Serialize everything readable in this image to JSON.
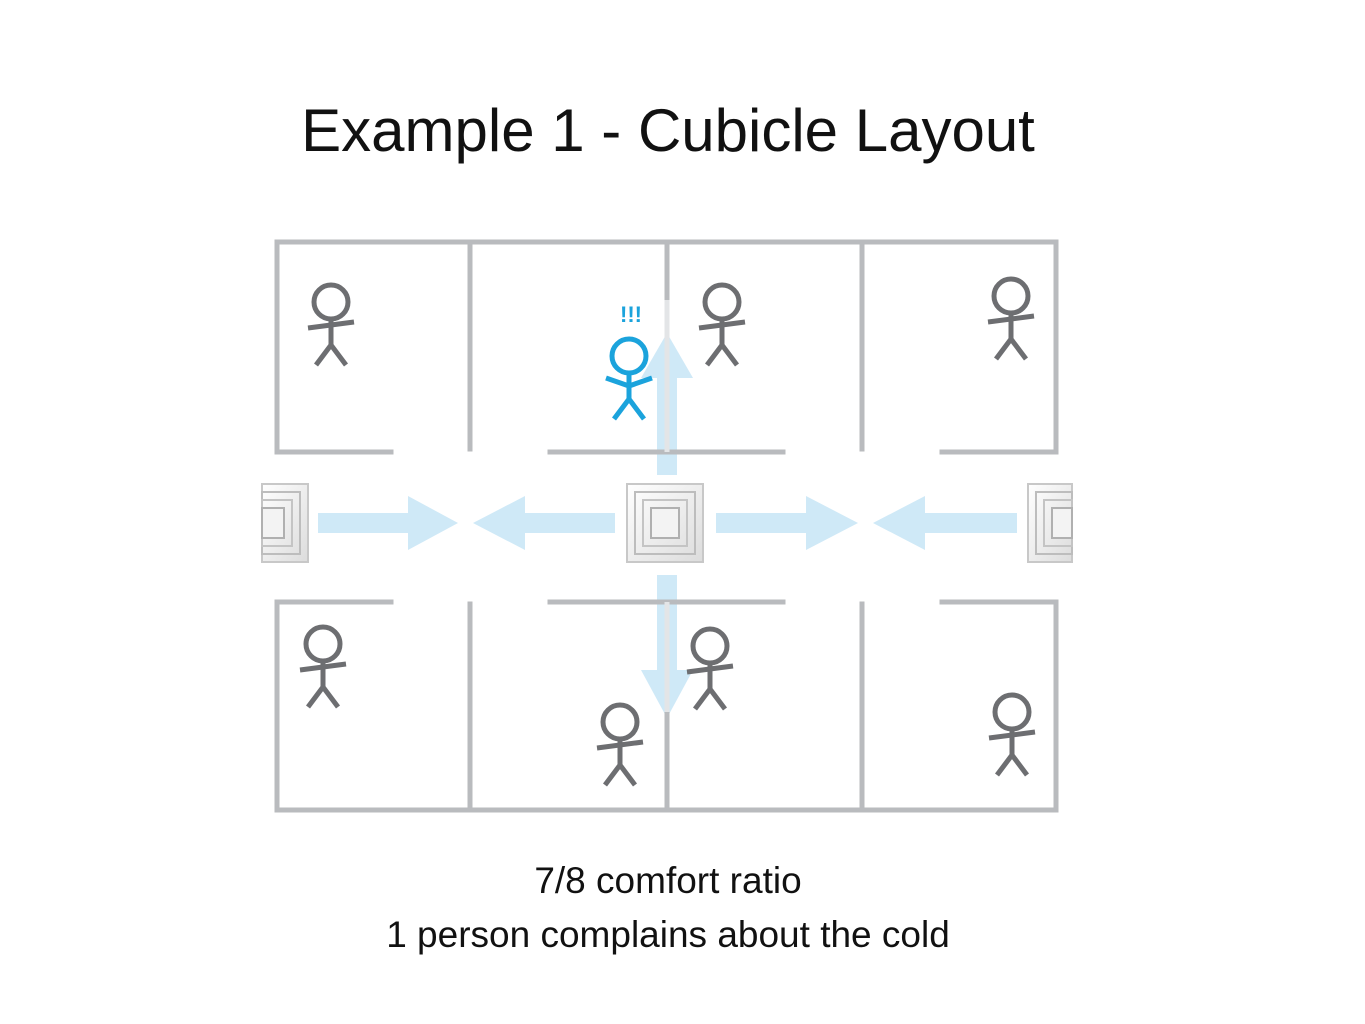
{
  "slide": {
    "title": "Example 1 - Cubicle Layout",
    "caption_line1": "7/8 comfort ratio",
    "caption_line2": "1 person complains about the cold"
  },
  "diagram": {
    "alert_mark": "!!!",
    "colors": {
      "wall": "#b9bbbe",
      "person": "#6d6e71",
      "cold_person": "#1ba3dc",
      "airflow": "#cfe9f7",
      "vent_border": "#c8c8c8"
    },
    "people_count": 8,
    "cold_people_count": 1
  }
}
